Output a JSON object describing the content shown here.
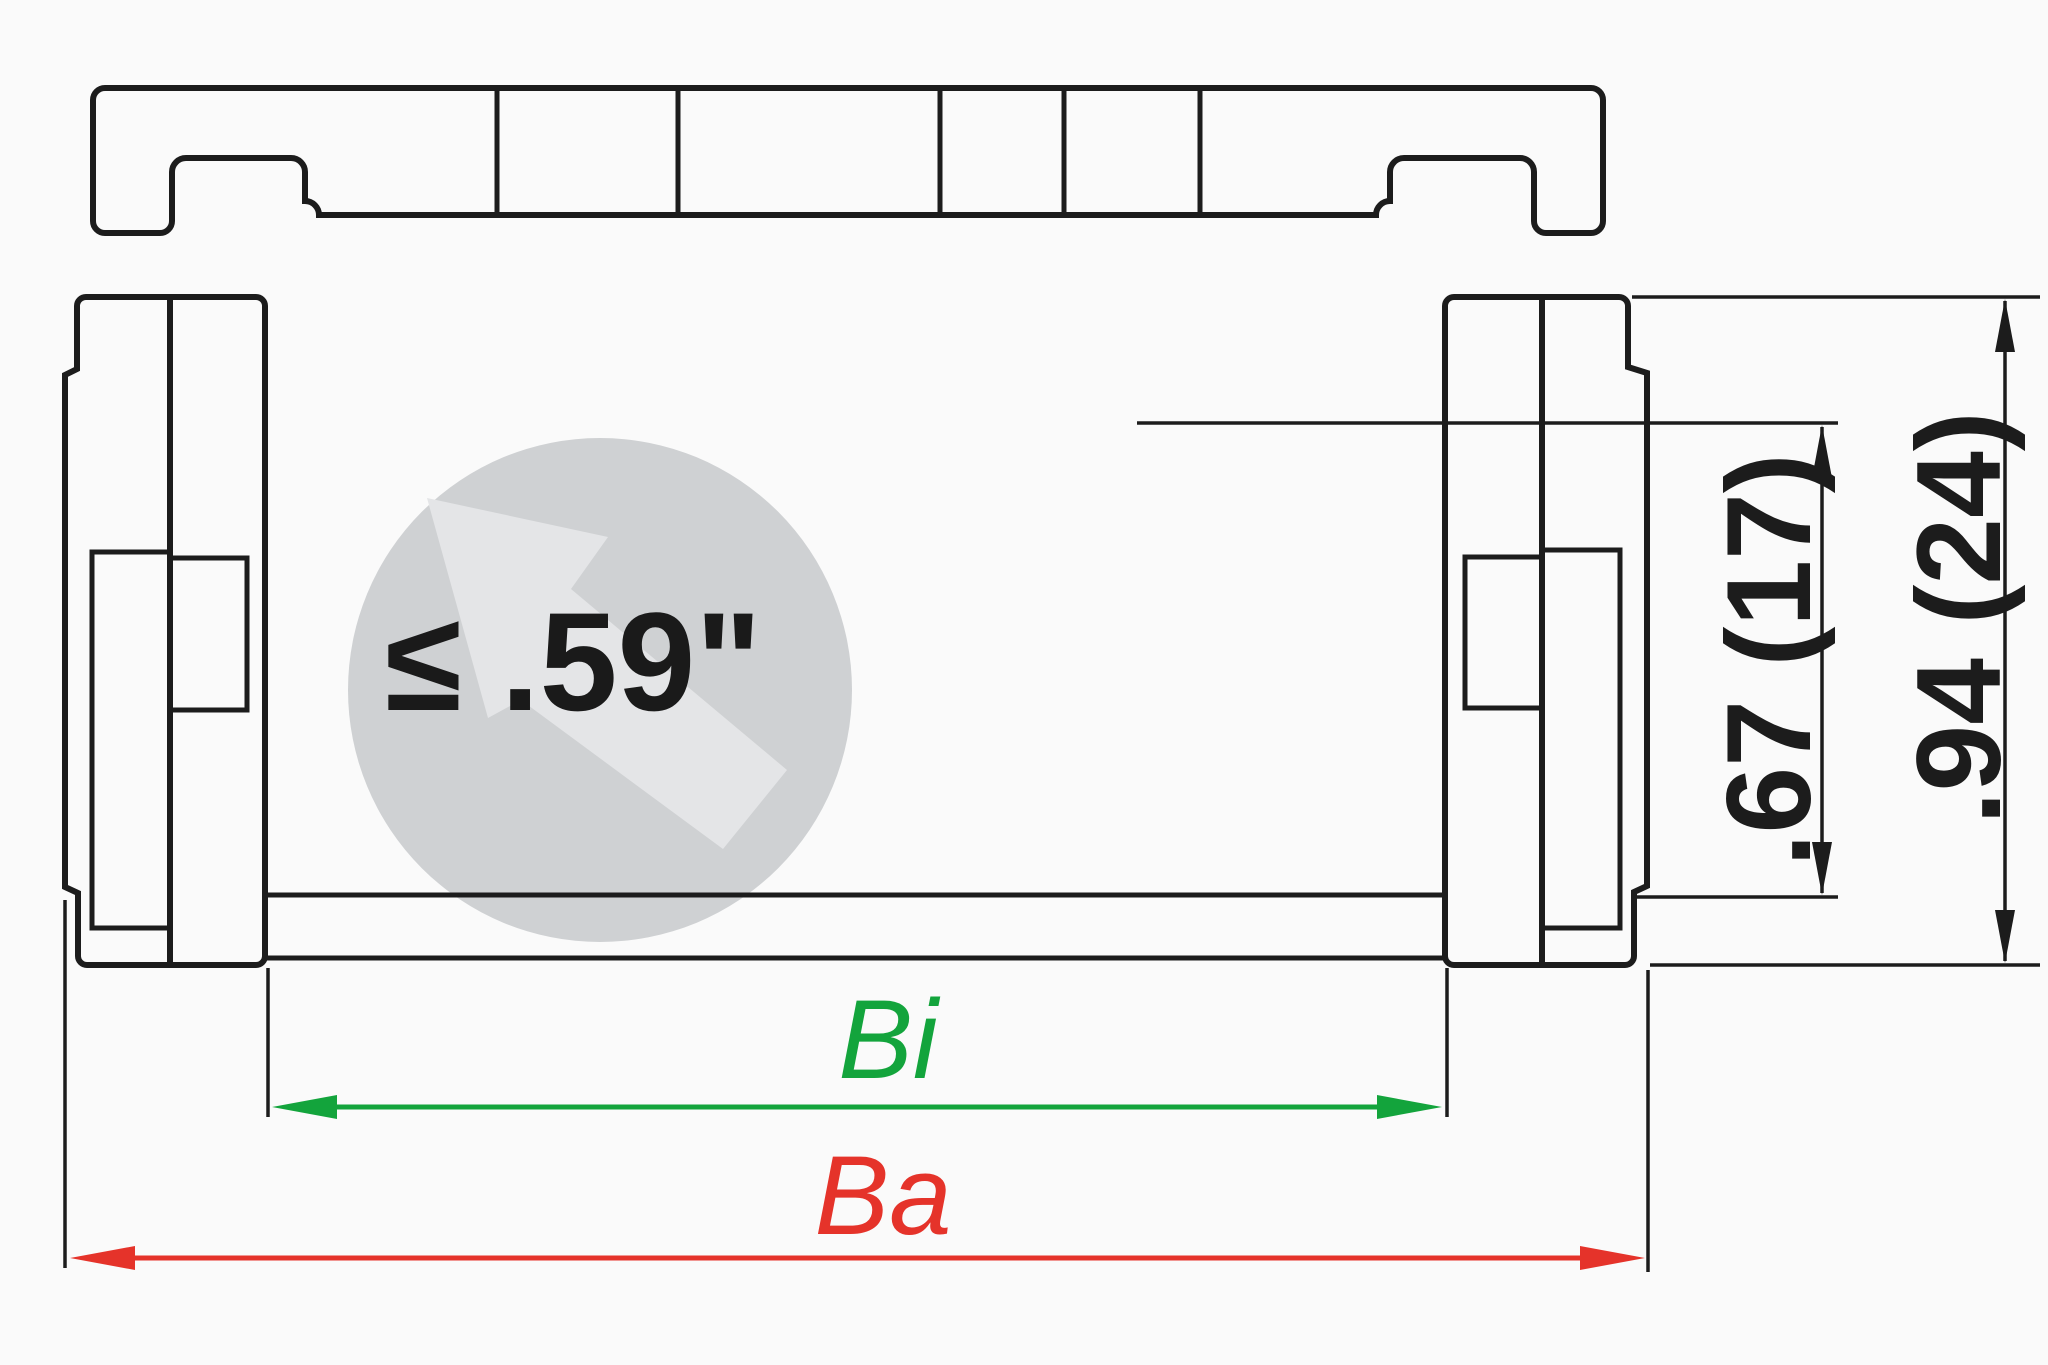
{
  "drawing": {
    "background": "#fafafa",
    "line_color": "#1c1c1c",
    "clearance": {
      "text": "≤ .59\"",
      "text_color": "#1a1a1a",
      "circle_fill": "#cfd1d3",
      "arrow_fill": "#e4e5e7",
      "arrow_icon": "cursor-arrow-icon"
    },
    "dims": {
      "inner_height": {
        "label": ".67 (17)",
        "color": "#1c1c1c"
      },
      "outer_height": {
        "label": ".94 (24)",
        "color": "#1c1c1c"
      },
      "inner_width": {
        "label": "Bi",
        "color": "#13a43c"
      },
      "outer_width": {
        "label": "Ba",
        "color": "#e5332a"
      }
    }
  }
}
